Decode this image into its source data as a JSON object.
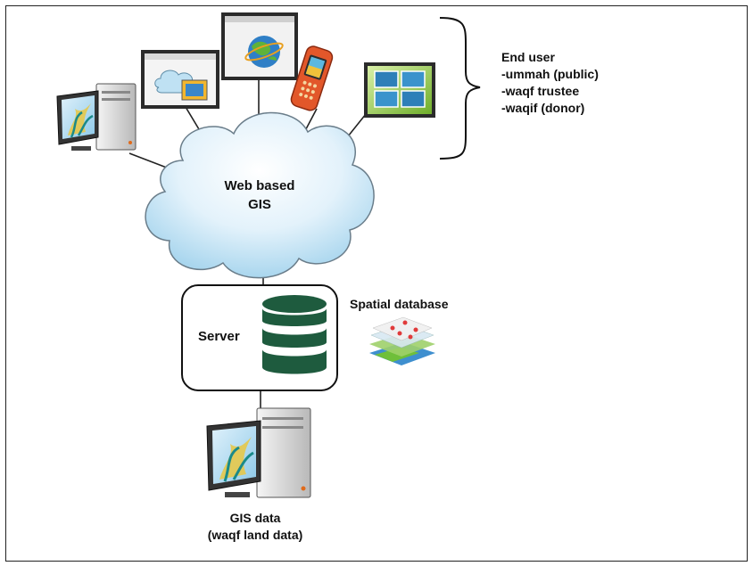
{
  "diagram": {
    "cloud_label_line1": "Web based",
    "cloud_label_line2": "GIS",
    "end_user": {
      "title": "End user",
      "items": [
        "-ummah (public)",
        "-waqf trustee",
        "-waqif (donor)"
      ]
    },
    "server_label": "Server",
    "spatial_db_label": "Spatial database",
    "gis_data_line1": "GIS data",
    "gis_data_line2": "(waqf land data)"
  },
  "colors": {
    "cloud_fill_light": "#ffffff",
    "cloud_fill_dark": "#a9d6ee",
    "cloud_stroke": "#6a7d8a",
    "database": "#1e5b3e",
    "monitor_frame": "#1a1a1a",
    "tablet_frame": "#2b2b2b",
    "phone_body": "#e2572a"
  },
  "icons": [
    "desktop-computer-icon",
    "cloud-window-icon",
    "globe-window-icon",
    "mobile-phone-icon",
    "tiles-window-icon",
    "cloud-icon",
    "database-icon",
    "spatial-layers-icon",
    "brace-icon"
  ]
}
